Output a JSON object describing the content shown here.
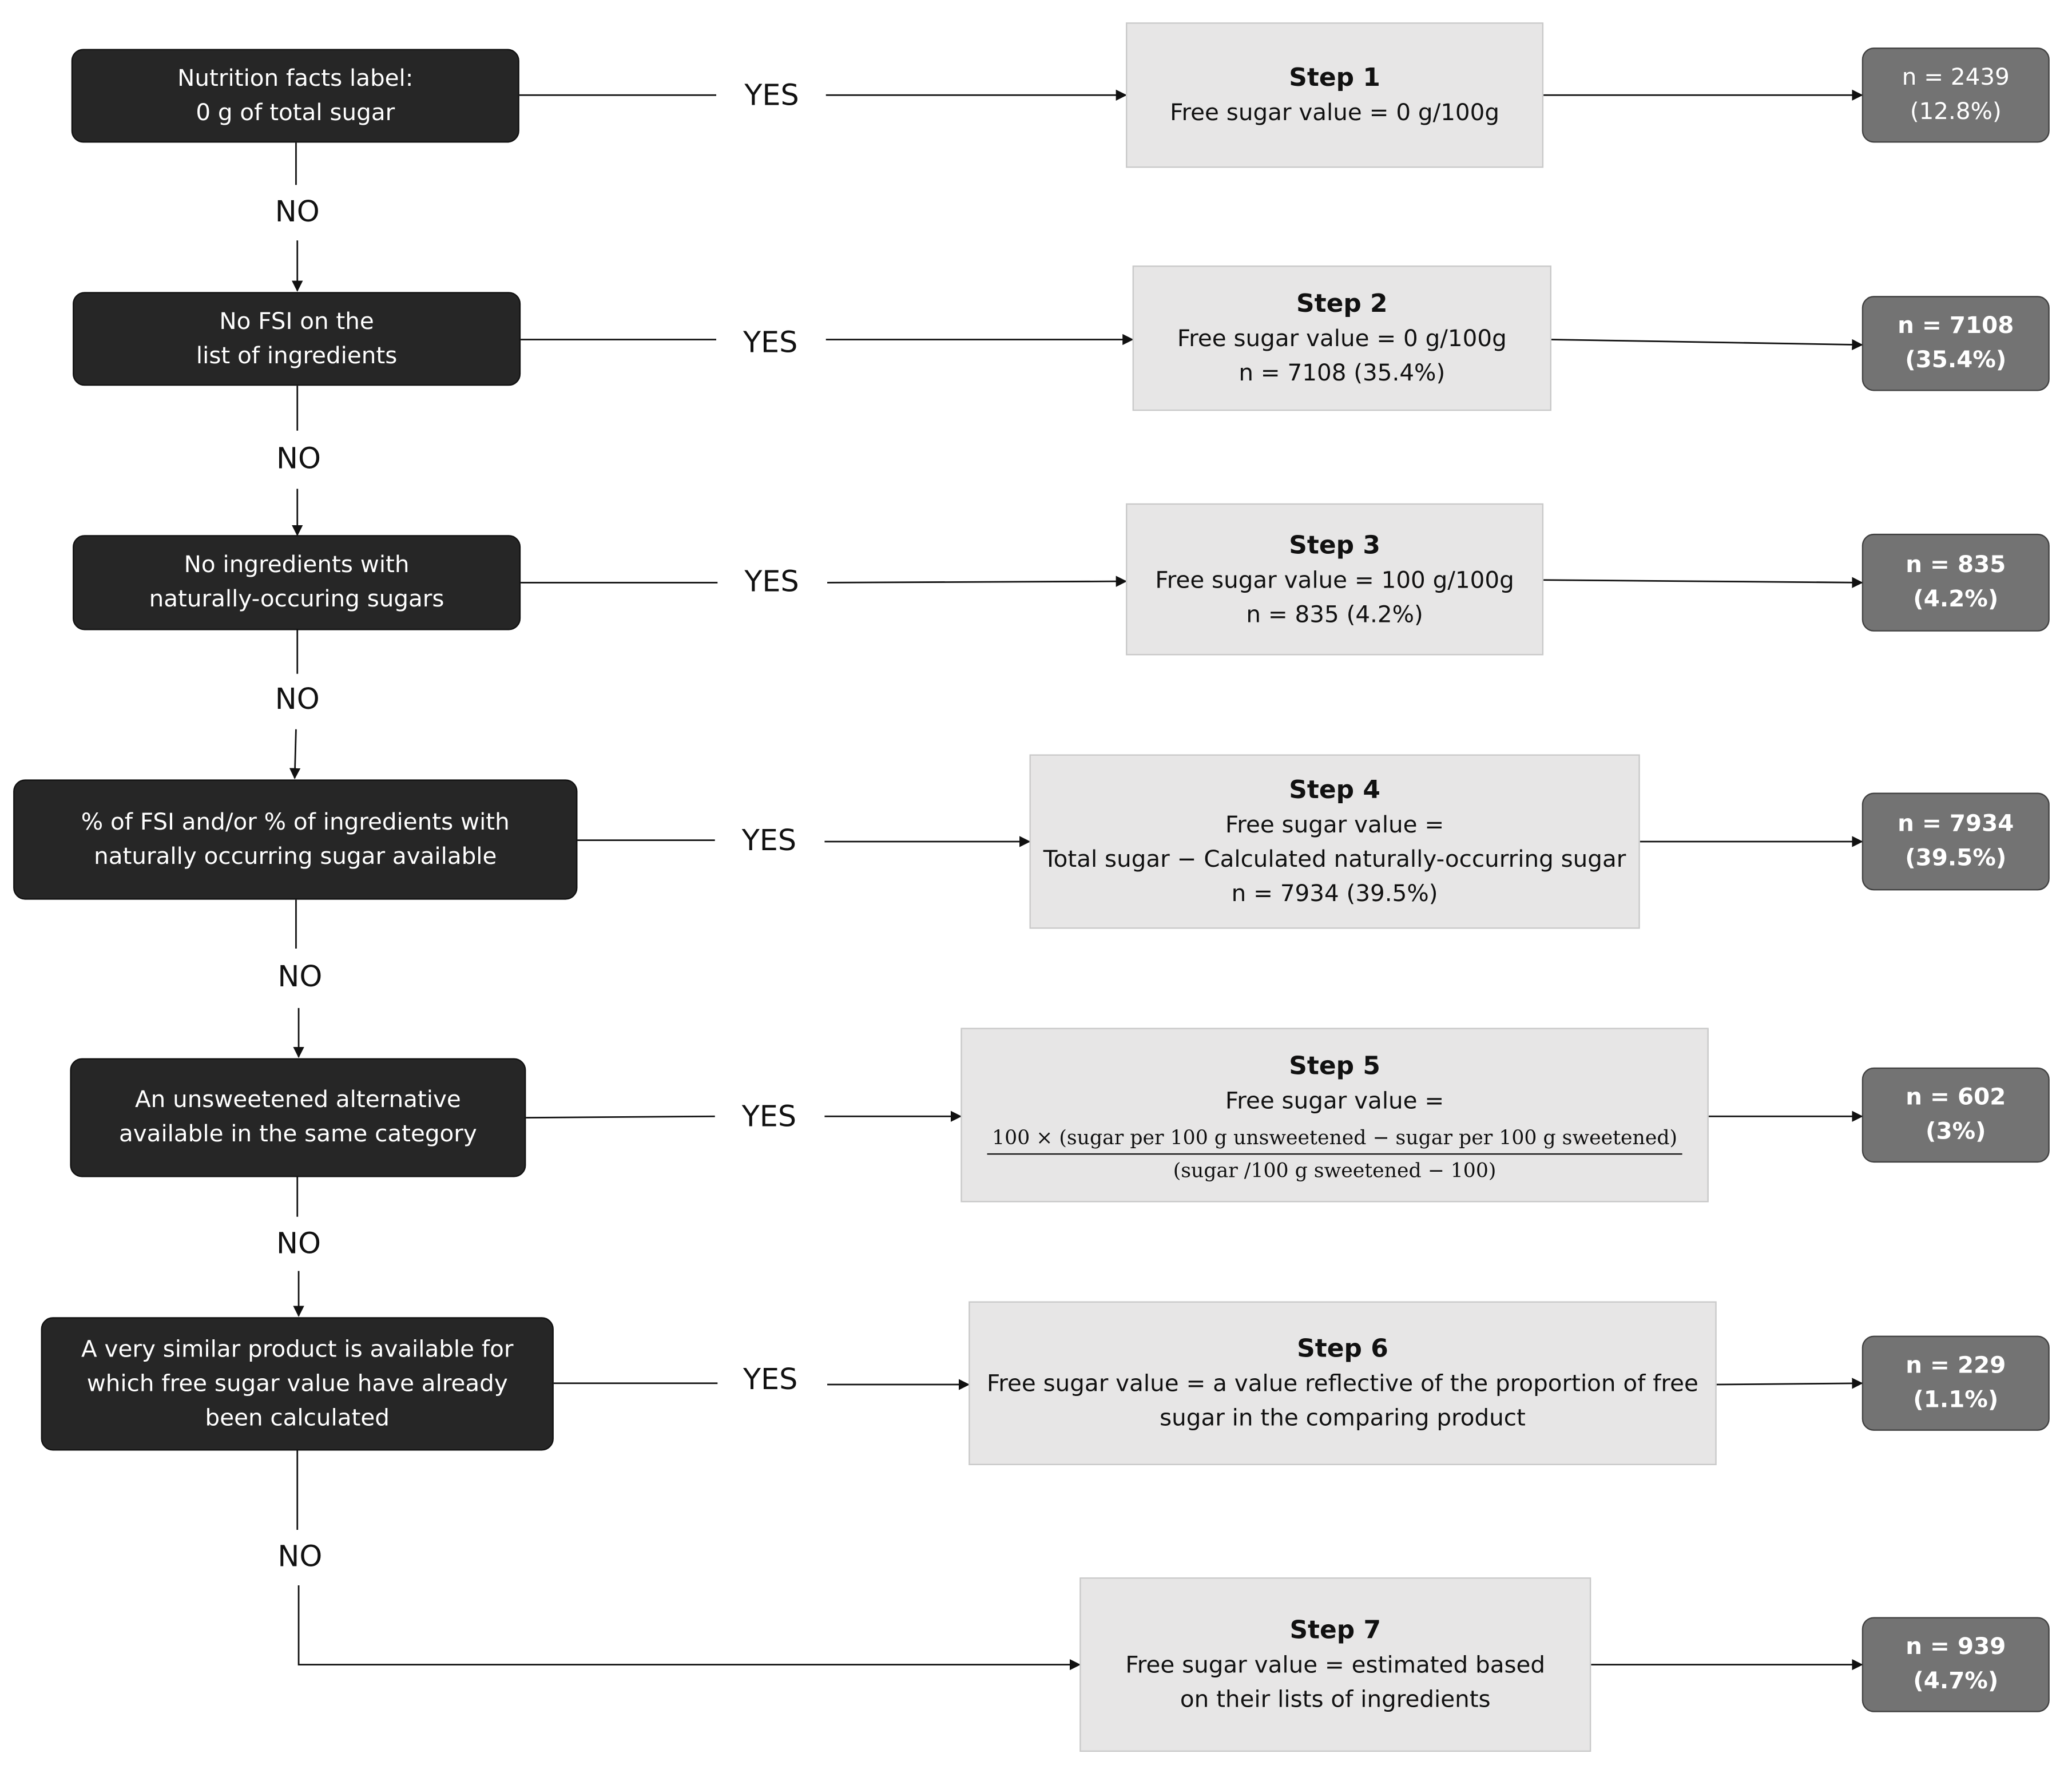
{
  "decisions": [
    {
      "lines": [
        "Nutrition facts label:",
        "0 g of total sugar"
      ]
    },
    {
      "lines": [
        "No FSI on the",
        "list of ingredients"
      ]
    },
    {
      "lines": [
        "No ingredients with",
        "naturally-occuring sugars"
      ]
    },
    {
      "lines": [
        "% of FSI and/or % of ingredients with",
        "naturally occurring sugar available"
      ]
    },
    {
      "lines": [
        "An unsweetened alternative",
        "available in the same category"
      ]
    },
    {
      "lines": [
        "A very similar product is available for",
        "which free sugar value have already",
        "been calculated"
      ]
    }
  ],
  "steps": [
    {
      "title": "Step 1",
      "lines": [
        "Free sugar value = 0 g/100g"
      ]
    },
    {
      "title": "Step 2",
      "lines": [
        "Free sugar value = 0 g/100g",
        "n = 7108 (35.4%)"
      ]
    },
    {
      "title": "Step 3",
      "lines": [
        "Free sugar value = 100 g/100g",
        "n = 835 (4.2%)"
      ]
    },
    {
      "title": "Step 4",
      "lines": [
        "Free sugar value =",
        "Total sugar − Calculated naturally-occurring sugar",
        "n = 7934 (39.5%)"
      ]
    },
    {
      "title": "Step 5",
      "lines": [
        "Free sugar value ="
      ],
      "formula": {
        "numerator": "100 × (sugar per 100 g unsweetened − sugar per 100 g sweetened)",
        "denominator": "(sugar /100 g sweetened − 100)"
      }
    },
    {
      "title": "Step 6",
      "lines": [
        "Free sugar value = a value reflective of the proportion of free",
        "sugar in the comparing product"
      ]
    },
    {
      "title": "Step 7",
      "lines": [
        "Free sugar value = estimated based",
        "on their lists of ingredients"
      ]
    }
  ],
  "results": [
    {
      "n": "n = 2439",
      "pct": "(12.8%)"
    },
    {
      "n": "n = 7108",
      "pct": "(35.4%)"
    },
    {
      "n": "n = 835",
      "pct": "(4.2%)"
    },
    {
      "n": "n = 7934",
      "pct": "(39.5%)"
    },
    {
      "n": "n = 602",
      "pct": "(3%)"
    },
    {
      "n": "n = 229",
      "pct": "(1.1%)"
    },
    {
      "n": "n = 939",
      "pct": "(4.7%)"
    }
  ],
  "labels": {
    "yes": "YES",
    "no": "NO"
  },
  "colors": {
    "decision": "#262626",
    "step": "#e7e6e6",
    "result": "#737373",
    "line": "#111111"
  }
}
